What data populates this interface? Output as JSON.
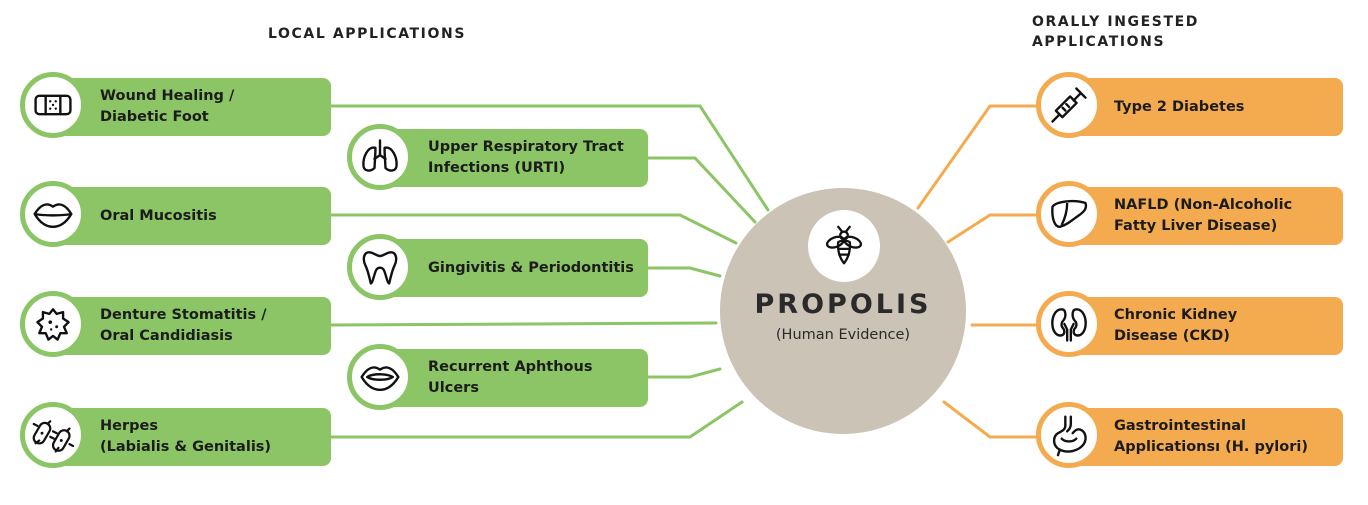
{
  "headings": {
    "local": "LOCAL APPLICATIONS",
    "oral": "ORALLY INGESTED\nAPPLICATIONS"
  },
  "center": {
    "title": "PROPOLIS",
    "subtitle": "(Human Evidence)",
    "icon": "bee-icon"
  },
  "local_items": [
    {
      "label": "Wound Healing /\nDiabetic Foot",
      "icon": "bandage-icon"
    },
    {
      "label": "Upper Respiratory Tract\nInfections (URTI)",
      "icon": "lungs-icon"
    },
    {
      "label": "Oral Mucositis",
      "icon": "lips-icon"
    },
    {
      "label": "Gingivitis & Periodontitis",
      "icon": "tooth-icon"
    },
    {
      "label": "Denture Stomatitis /\nOral Candidiasis",
      "icon": "microbe-icon"
    },
    {
      "label": "Recurrent Aphthous Ulcers",
      "icon": "mouth-icon"
    },
    {
      "label": "Herpes\n(Labialis & Genitalis)",
      "icon": "virus-icon"
    }
  ],
  "oral_items": [
    {
      "label": "Type 2 Diabetes",
      "icon": "syringe-icon"
    },
    {
      "label": "NAFLD (Non-Alcoholic\nFatty Liver Disease)",
      "icon": "liver-icon"
    },
    {
      "label": "Chronic Kidney\nDisease (CKD)",
      "icon": "kidneys-icon"
    },
    {
      "label": "Gastrointestinal\nApplicationsı (H. pylori)",
      "icon": "stomach-icon"
    }
  ],
  "colors": {
    "local": "#8cc565",
    "oral": "#f4ab50",
    "hub": "#cbc3b6"
  }
}
